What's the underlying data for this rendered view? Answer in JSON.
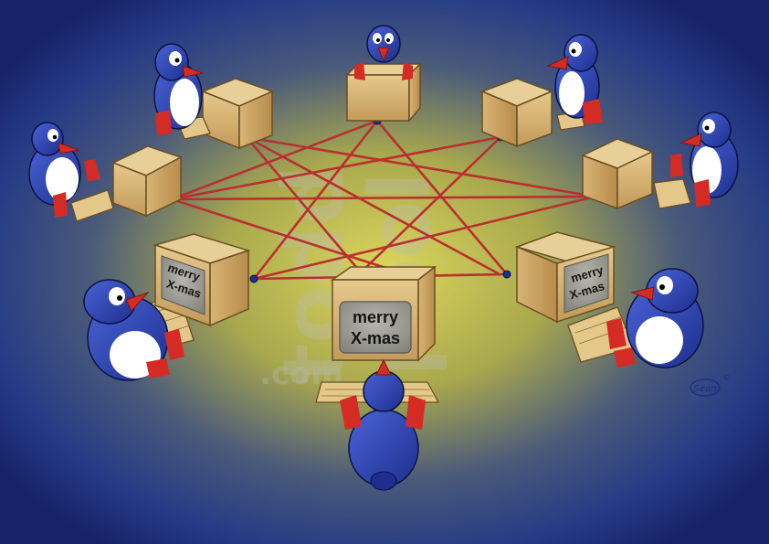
{
  "illustration": {
    "screens": [
      {
        "id": "left",
        "line1": "merry",
        "line2": "X-mas"
      },
      {
        "id": "center",
        "line1": "merry",
        "line2": "X-mas"
      },
      {
        "id": "right",
        "line1": "merry",
        "line2": "X-mas"
      }
    ],
    "signature": "Sean",
    "copyright": "©",
    "watermark": {
      "line1": "todd",
      "line2": "pool",
      "suffix": ".com"
    }
  },
  "colors": {
    "background_dark": "#1a2470",
    "background_glow": "#d8d25a",
    "cable": "#b32d2d",
    "box": "#d9b878",
    "penguin_body": "#2a3fae",
    "penguin_belly": "#ffffff",
    "penguin_feet": "#d42b25",
    "screen": "#9a9a92"
  }
}
